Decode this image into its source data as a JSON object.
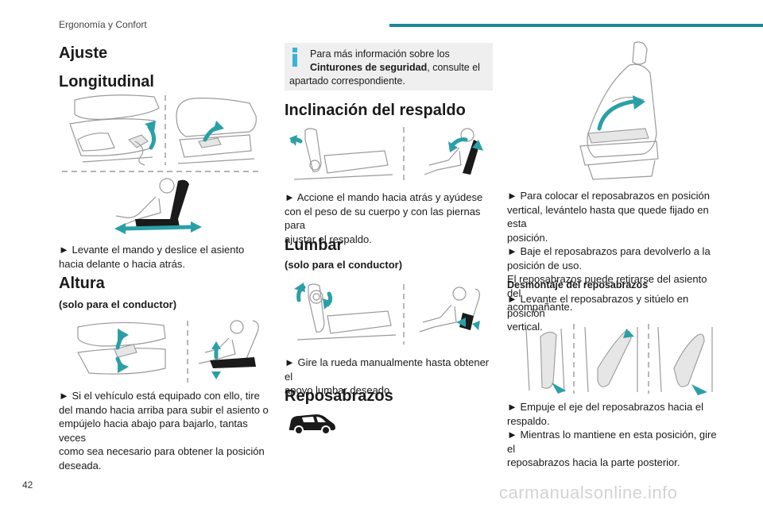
{
  "header": {
    "section": "Ergonomía y Confort",
    "page_number": "42"
  },
  "watermark": "carmanualsonline.info",
  "colors": {
    "accent": "#1a8a9a",
    "arrow": "#2aa0a6",
    "info_icon": "#3ab3d9",
    "info_bg": "#efefef"
  },
  "col1": {
    "title": "Ajuste",
    "longitudinal": {
      "heading": "Longitudinal",
      "text": "► Levante el mando y deslice el asiento hacia delante o hacia atrás."
    },
    "altura": {
      "heading": "Altura",
      "subheading": "(solo para el conductor)",
      "lines": [
        "► Si el vehículo está equipado con ello, tire",
        "del mando hacia arriba para subir el asiento o",
        "empújelo hacia abajo para bajarlo, tantas veces",
        "como sea necesario para obtener la posición",
        "deseada."
      ]
    }
  },
  "col2": {
    "info": {
      "line1": "Para más información sobre los",
      "bold": "Cinturones de seguridad",
      "line2_rest": ", consulte el",
      "line3": "apartado correspondiente."
    },
    "respaldo": {
      "heading": "Inclinación del respaldo",
      "lines": [
        "► Accione el mando hacia atrás y ayúdese",
        "con el peso de su cuerpo y con las piernas para",
        "ajustar el respaldo."
      ]
    },
    "lumbar": {
      "heading": "Lumbar",
      "subheading": "(solo para el conductor)",
      "lines": [
        "► Gire la rueda manualmente hasta obtener el",
        "apoyo lumbar deseado."
      ]
    },
    "reposabrazos": {
      "heading": "Reposabrazos"
    }
  },
  "col3": {
    "lines_a": [
      "► Para colocar el reposabrazos en posición",
      "vertical, levántelo hasta que quede fijado en esta",
      "posición.",
      "► Baje el reposabrazos para devolverlo a la",
      "posición de uso.",
      "El reposabrazos puede retirarse del asiento del",
      "acompañante."
    ],
    "desmontaje_heading": "Desmontaje del reposabrazos",
    "lines_b": [
      "► Levante el reposabrazos y sitúelo en posición",
      "vertical."
    ],
    "lines_c": [
      "► Empuje el eje del reposabrazos hacia el",
      "respaldo.",
      "► Mientras lo mantiene en esta posición, gire el",
      "reposabrazos hacia la parte posterior."
    ]
  }
}
